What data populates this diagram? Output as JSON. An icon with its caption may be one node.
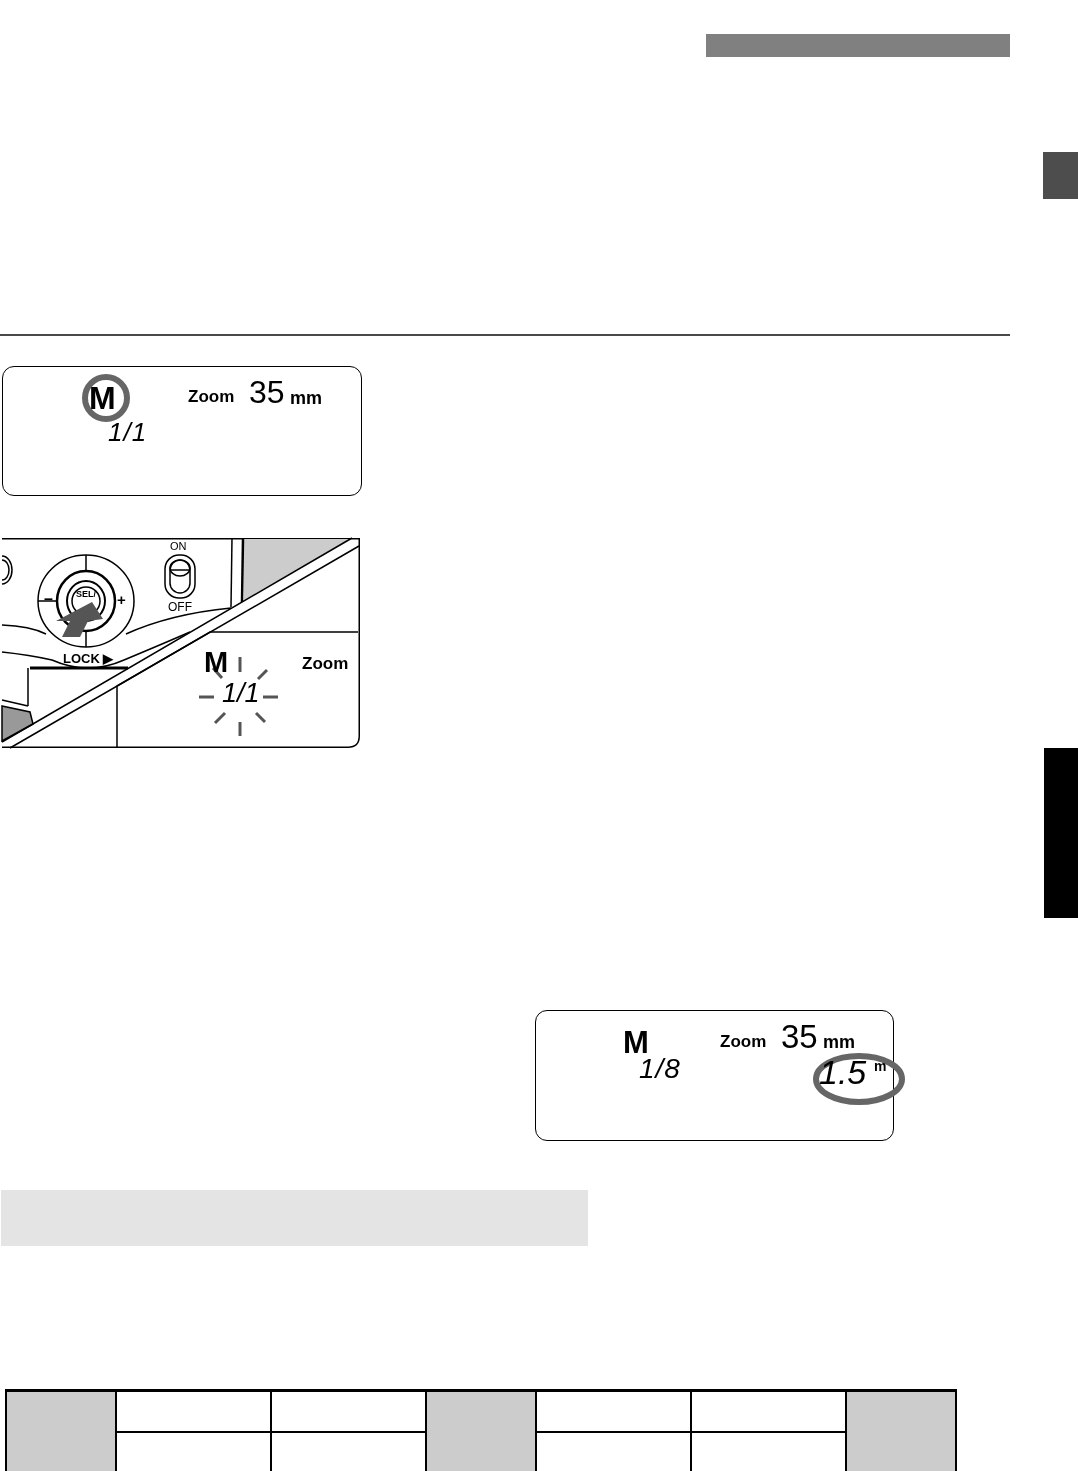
{
  "diagram": {
    "nodes": [
      {
        "text": [
          "M",
          "Zoom",
          "35",
          "mm",
          "1/1"
        ]
      },
      {
        "text": [
          "ON",
          "OFF",
          "–",
          "+",
          "SEL/",
          "LOCK ▶"
        ]
      },
      {
        "text": [
          "M",
          "Zoom",
          "1/1"
        ],
        "in": 1
      },
      {
        "text": [
          "M",
          "Zoom",
          "35",
          "mm",
          "1/8",
          "1.5",
          "m"
        ]
      },
      {
        "text": [],
        "shape": "bar"
      }
    ]
  }
}
